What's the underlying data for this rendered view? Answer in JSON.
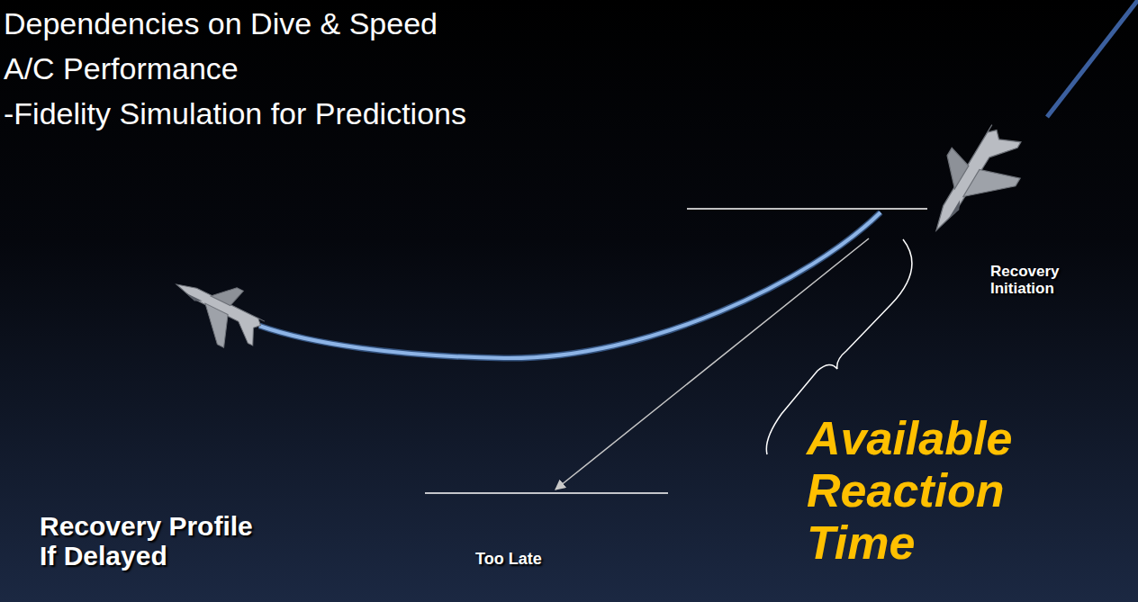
{
  "diagram": {
    "labels": [
      "Dependencies on Dive & Speed",
      "A/C Performance",
      "-Fidelity Simulation for Predictions",
      "Recovery Initiation",
      "Available Reaction Time",
      "Recovery Profile If Delayed",
      "Too Late"
    ]
  }
}
